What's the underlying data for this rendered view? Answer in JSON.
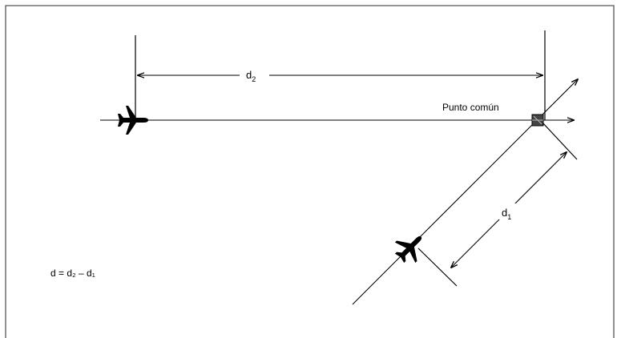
{
  "labels": {
    "common_point": "Punto común",
    "formula": "d = d₂ – d₁"
  },
  "distances": [
    {
      "name": "d",
      "subscript": "2"
    },
    {
      "name": "d",
      "subscript": "1"
    }
  ],
  "icons": [
    "airplane-icon",
    "common-point-icon"
  ],
  "colors": {
    "line": "#000000",
    "frame": "#555555",
    "background": "#ffffff"
  }
}
